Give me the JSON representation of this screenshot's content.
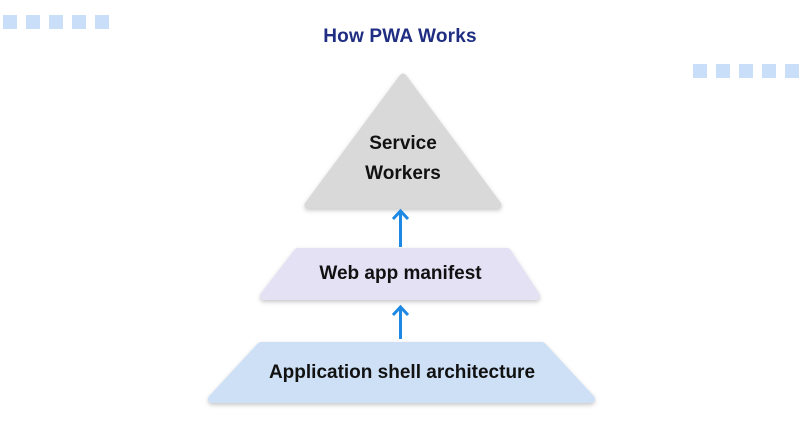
{
  "title": "How PWA Works",
  "colors": {
    "title-navy": "#1F2D82",
    "square-blue": "#C9DEF8",
    "triangle-gray": "#D9D9D9",
    "manifest-purple": "#E5E1F5",
    "shell-blue": "#CDE0F6",
    "arrow-blue": "#1E88E5",
    "label-black": "#111111"
  },
  "decoration": {
    "top_left_squares": 5,
    "top_right_squares": 5
  },
  "pyramid": {
    "layers": [
      {
        "id": "service-workers",
        "label": "Service\nWorkers",
        "shape": "triangle"
      },
      {
        "id": "web-app-manifest",
        "label": "Web app manifest",
        "shape": "trapezoid"
      },
      {
        "id": "application-shell",
        "label": "Application shell architecture",
        "shape": "trapezoid"
      }
    ]
  }
}
